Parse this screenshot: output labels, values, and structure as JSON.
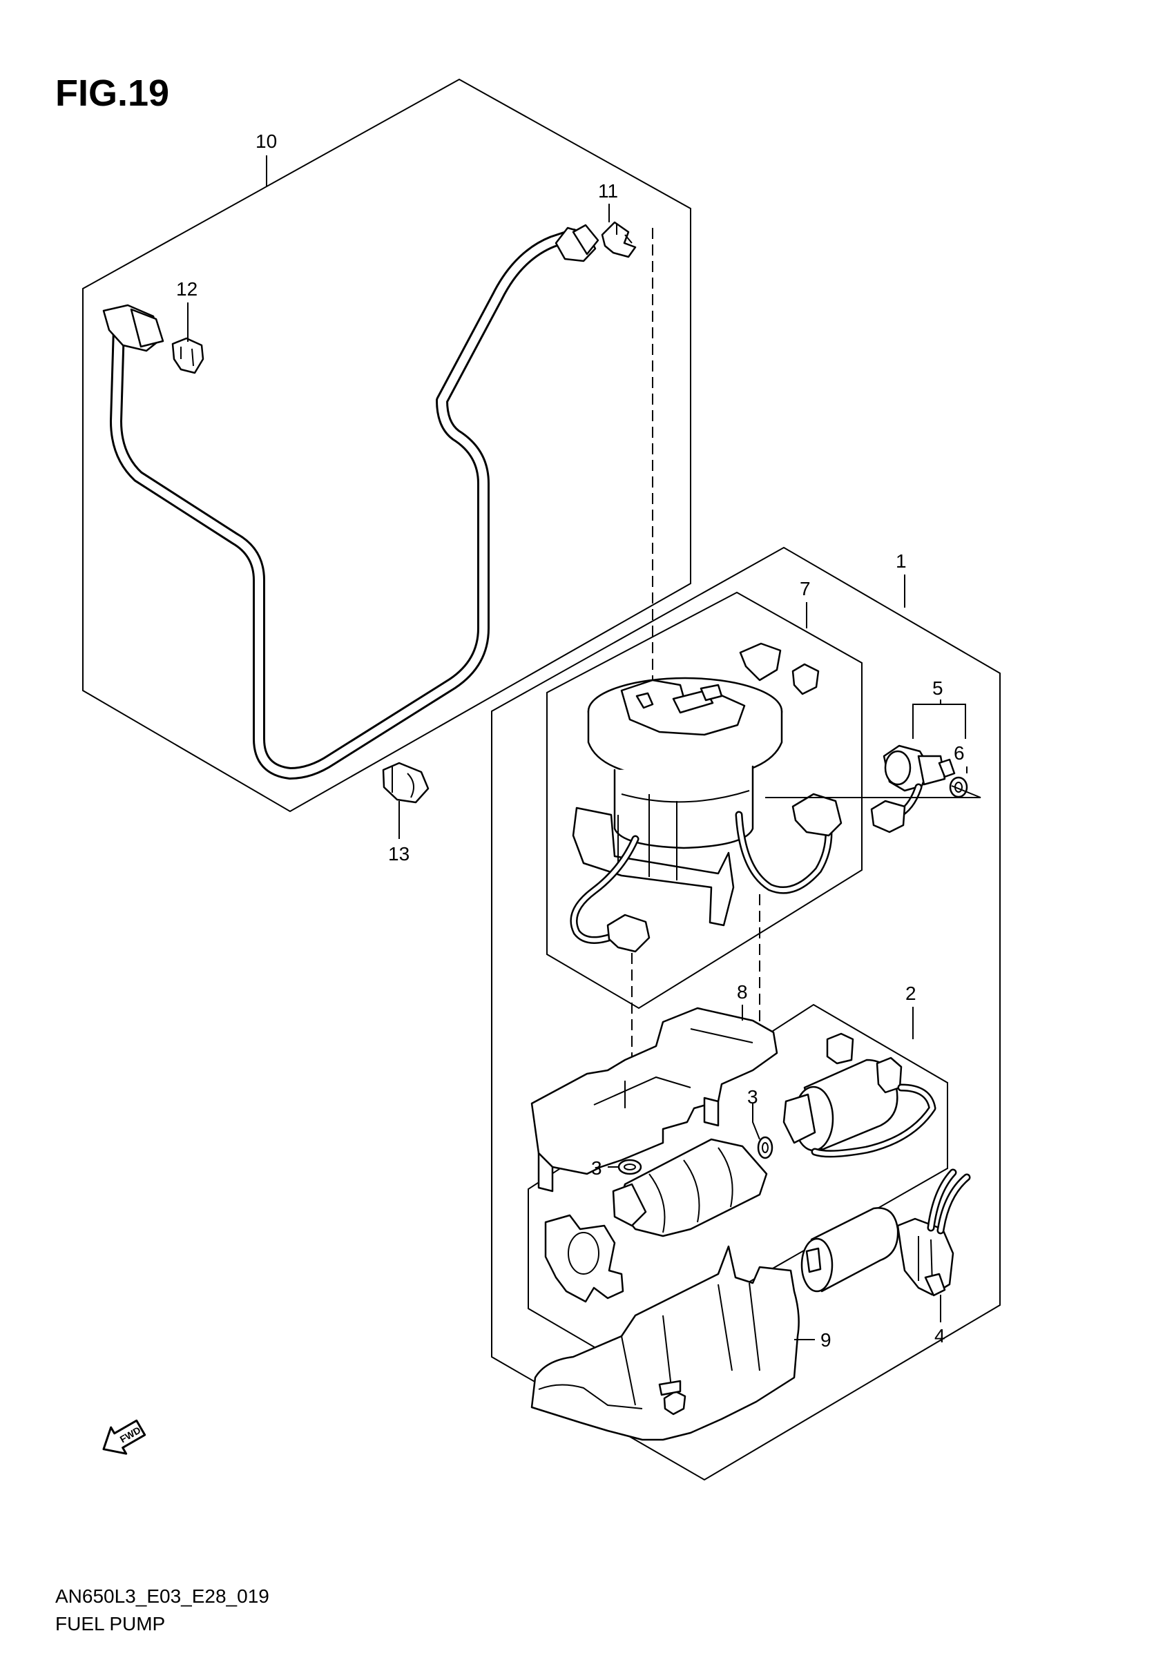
{
  "figure": {
    "title": "FIG.19"
  },
  "callouts": {
    "c1": "1",
    "c2": "2",
    "c3a": "3",
    "c3b": "3",
    "c4": "4",
    "c5": "5",
    "c6": "6",
    "c7": "7",
    "c8": "8",
    "c9": "9",
    "c10": "10",
    "c11": "11",
    "c12": "12",
    "c13": "13"
  },
  "fwd_label": "FWD",
  "footer": {
    "code": "AN650L3_E03_E28_019",
    "title": "FUEL PUMP"
  },
  "colors": {
    "line": "#000000",
    "background": "#ffffff"
  },
  "icons": {
    "forward": "fwd-arrow-icon"
  }
}
